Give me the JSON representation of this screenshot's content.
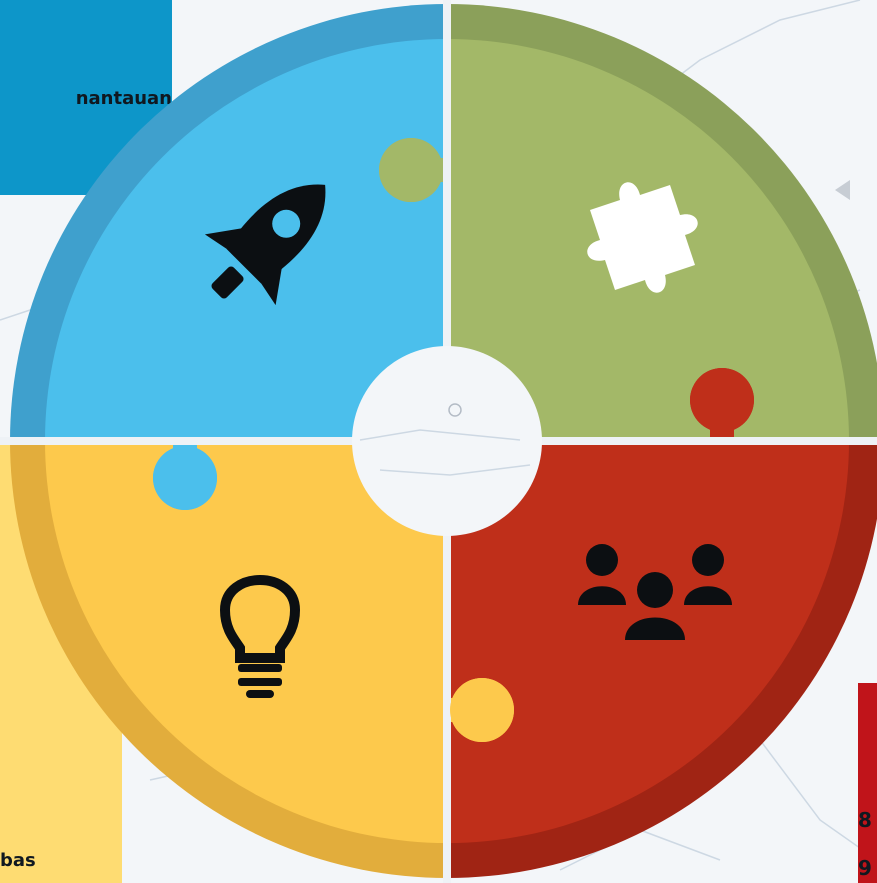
{
  "panels": {
    "blue_text": "nantauan",
    "yellow_text": "bas",
    "red_text_1": "8",
    "red_text_2": "9"
  },
  "quadrants": [
    {
      "name": "top-left",
      "color": "#4bbfec",
      "ring": "#3fa0cd",
      "icon": "rocket-icon"
    },
    {
      "name": "top-right",
      "color": "#a3b868",
      "ring": "#8ba05a",
      "icon": "puzzle-piece-icon"
    },
    {
      "name": "bottom-left",
      "color": "#fdc94c",
      "ring": "#e2ad3c",
      "icon": "lightbulb-icon"
    },
    {
      "name": "bottom-right",
      "color": "#bf2f1a",
      "ring": "#a02414",
      "icon": "team-icon"
    }
  ]
}
